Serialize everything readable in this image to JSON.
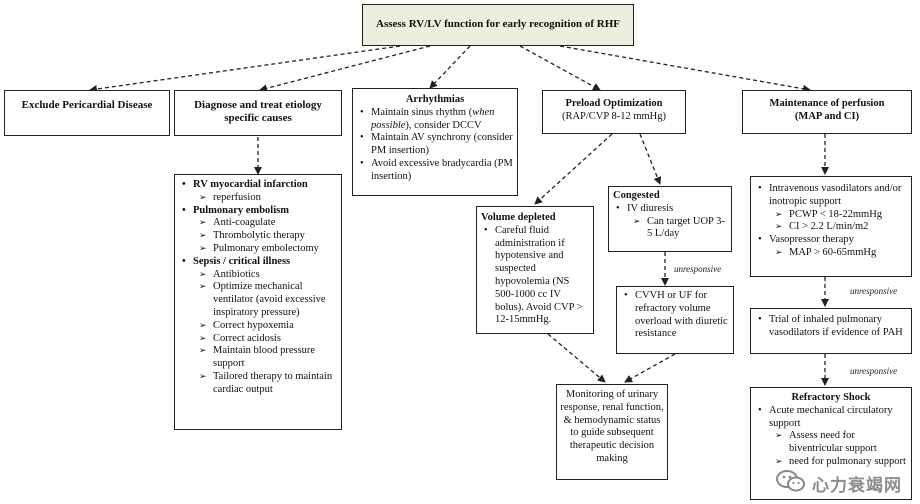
{
  "root": {
    "title": "Assess RV/LV function for early recognition of RHF"
  },
  "exclude": {
    "title": "Exclude Pericardial Disease"
  },
  "diagnose": {
    "title": "Diagnose and treat etiology specific causes"
  },
  "arrhythmias": {
    "title": "Arrhythmias",
    "item1_a": "Maintain  sinus rhythm (",
    "item1_em": "when possible",
    "item1_b": "), consider DCCV",
    "item2": "Maintain AV synchrony (consider PM insertion)",
    "item3": "Avoid excessive bradycardia (PM insertion)"
  },
  "preload": {
    "title": "Preload Optimization",
    "subtitle": "(RAP/CVP 8-12 mmHg)"
  },
  "perfusion": {
    "title": "Maintenance of perfusion",
    "subtitle": "(MAP and CI)"
  },
  "etiology": {
    "rv_mi": "RV myocardial infarction",
    "rv_mi_items": [
      "reperfusion"
    ],
    "pe": "Pulmonary embolism",
    "pe_items": [
      "Anti-coagulate",
      "Thrombolytic therapy",
      "Pulmonary embolectomy"
    ],
    "sepsis": "Sepsis / critical illness",
    "sepsis_items": [
      "Antibiotics",
      "Optimize mechanical ventilator (avoid excessive inspiratory pressure)",
      "Correct hypoxemia",
      "Correct acidosis",
      "Maintain blood pressure support",
      "Tailored therapy to maintain cardiac output"
    ]
  },
  "volume_depleted": {
    "title": "Volume depleted",
    "text": "Careful fluid administration if hypotensive and suspected hypovolemia (NS 500-1000 cc IV bolus). Avoid CVP > 12-15mmHg."
  },
  "congested": {
    "title": "Congested",
    "item": "IV diuresis",
    "subitem": "Can target UOP 3-5 L/day"
  },
  "cvvh": {
    "text": "CVVH or UF for refractory volume overload with diuretic resistance"
  },
  "monitoring": {
    "text": "Monitoring of urinary response, renal function, & hemodynamic status to guide subsequent therapeutic decision making"
  },
  "vasodilators": {
    "item1": "Intravenous vasodilators and/or inotropic support",
    "item1_subs": [
      "PCWP < 18-22mmHg",
      "CI > 2.2 L/min/m2"
    ],
    "item2": "Vasopressor therapy",
    "item2_subs": [
      "MAP > 60-65mmHg"
    ]
  },
  "inhaled": {
    "text": "Trial of inhaled pulmonary vasodilators if evidence of PAH"
  },
  "refractory": {
    "title": "Refractory Shock",
    "item": "Acute mechanical circulatory support",
    "subs": [
      "Assess need for biventricular support",
      "need for pulmonary support"
    ]
  },
  "labels": {
    "unresponsive": "unresponsive"
  },
  "watermark": {
    "text": "心力衰竭网"
  }
}
